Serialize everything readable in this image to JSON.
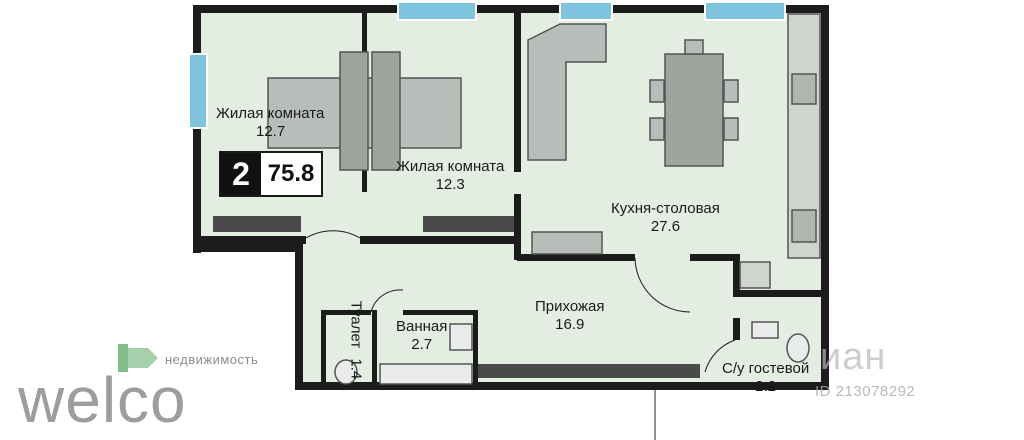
{
  "plan": {
    "rooms_count": "2",
    "total_area": "75.8",
    "rooms": [
      {
        "name": "Жилая комната",
        "area": "12.7"
      },
      {
        "name": "Жилая комната",
        "area": "12.3"
      },
      {
        "name": "Кухня-столовая",
        "area": "27.6"
      },
      {
        "name": "Прихожая",
        "area": "16.9"
      },
      {
        "name": "Туалет",
        "area": "1.4"
      },
      {
        "name": "Ванная",
        "area": "2.7"
      },
      {
        "name": "С/у гостевой",
        "area": "2.2"
      }
    ]
  },
  "watermarks": {
    "brand": "welco",
    "brand_sub": "недвижимость",
    "site": "иан",
    "listing_id": "ID 213078292"
  },
  "colors": {
    "floor": "#e3ede2",
    "wall": "#1c1c1c",
    "window": "#7fc4de",
    "furniture": "#b9bdb9",
    "radiator": "#4a4a4a"
  }
}
